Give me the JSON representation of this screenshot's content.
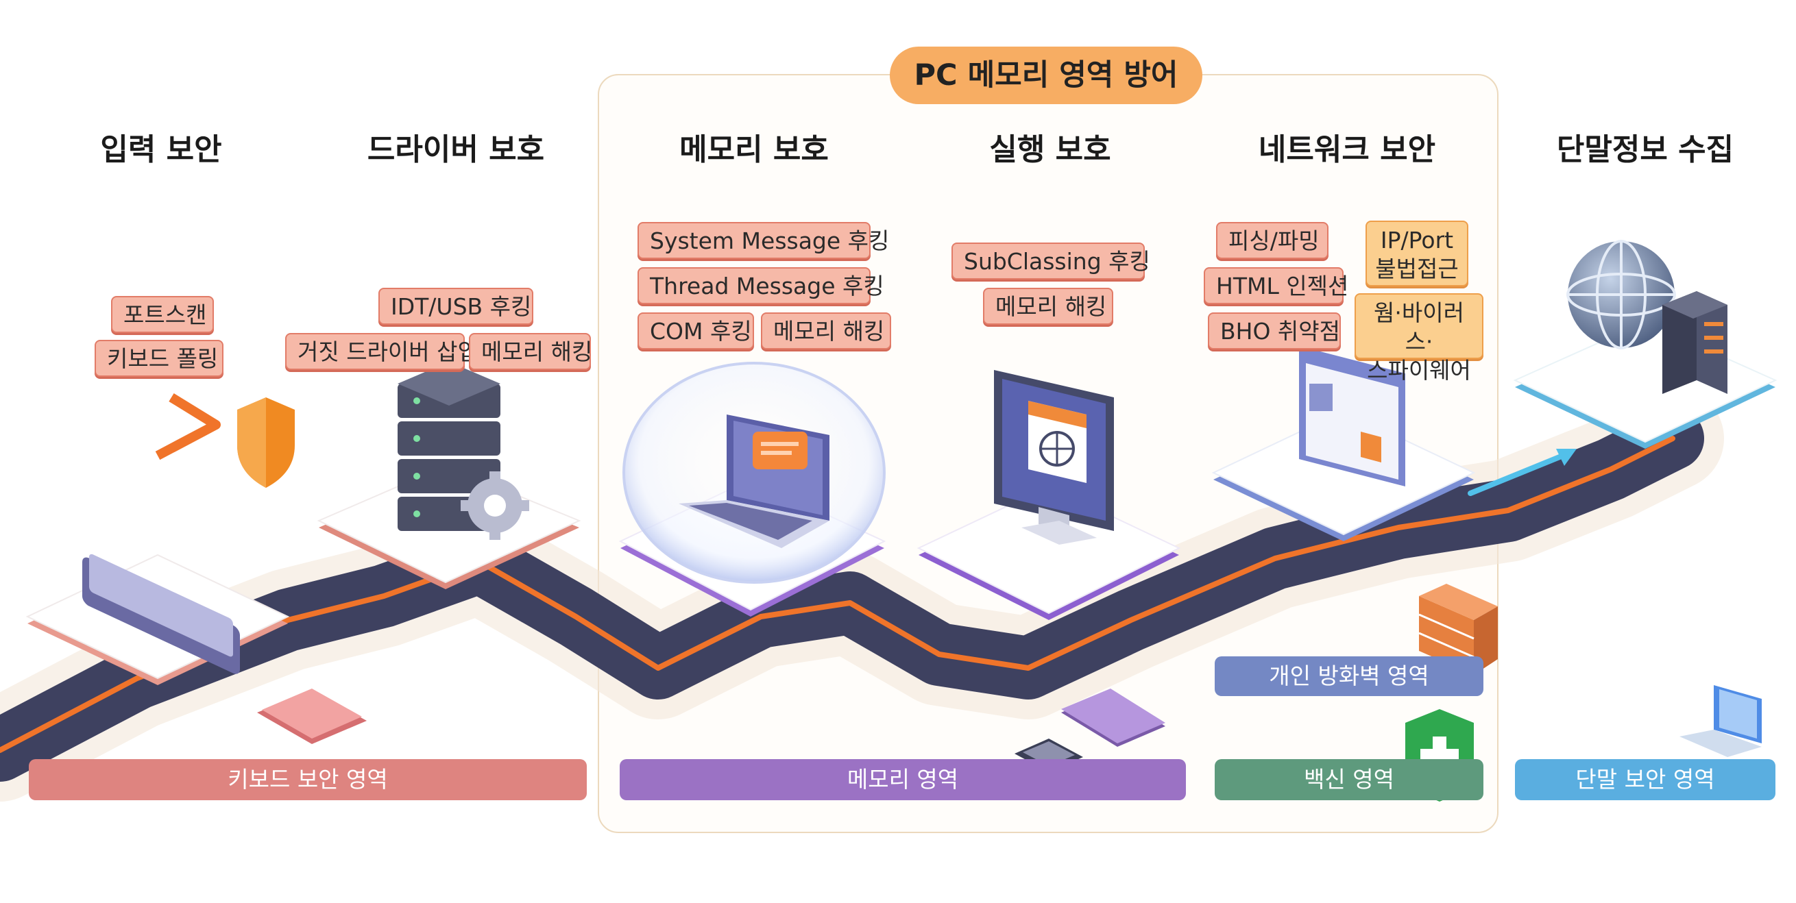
{
  "title": "PC 메모리 영역 방어",
  "stages": [
    {
      "heading": "입력 보안",
      "chips": [
        "포트스캔",
        "키보드 폴링"
      ]
    },
    {
      "heading": "드라이버 보호",
      "chips": [
        "IDT/USB 후킹",
        "거짓 드라이버 삽입",
        "메모리 해킹"
      ]
    },
    {
      "heading": "메모리 보호",
      "chips": [
        "System Message 후킹",
        "Thread Message 후킹",
        "COM 후킹",
        "메모리 해킹"
      ]
    },
    {
      "heading": "실행 보호",
      "chips": [
        "SubClassing 후킹",
        "메모리 해킹"
      ]
    },
    {
      "heading": "네트워크 보안",
      "chips": [
        "피싱/파밍",
        "HTML 인젝션",
        "BHO 취약점"
      ],
      "alert_chips": [
        "IP/Port\n불법접근",
        "웜·바이러스·\n스파이웨어"
      ]
    },
    {
      "heading": "단말정보 수집",
      "chips": []
    }
  ],
  "zones": [
    {
      "label": "키보드 보안 영역",
      "color": "#de8480"
    },
    {
      "label": "메모리 영역",
      "color": "#9b72c4"
    },
    {
      "label": "개인 방화벽 영역",
      "color": "#7488c4"
    },
    {
      "label": "백신 영역",
      "color": "#5e9a7d"
    },
    {
      "label": "단말 보안 영역",
      "color": "#5aaee0"
    }
  ],
  "colors": {
    "road": "#3e4160",
    "road_stripe": "#f0742a",
    "frame_border": "#ecd9bd",
    "title_bg": "#f7ad63",
    "chip_bg": "#f6b9a8",
    "chip_border": "#e27c68",
    "alert_bg": "#fbcf8f"
  },
  "icons": [
    "keyboard-icon",
    "shield-icon",
    "arrow-icon",
    "server-icon",
    "gear-icon",
    "laptop-icon",
    "monitor-icon",
    "browser-window-icon",
    "globe-icon",
    "firewall-icon",
    "antivirus-shield-icon",
    "memory-chip-icon"
  ]
}
